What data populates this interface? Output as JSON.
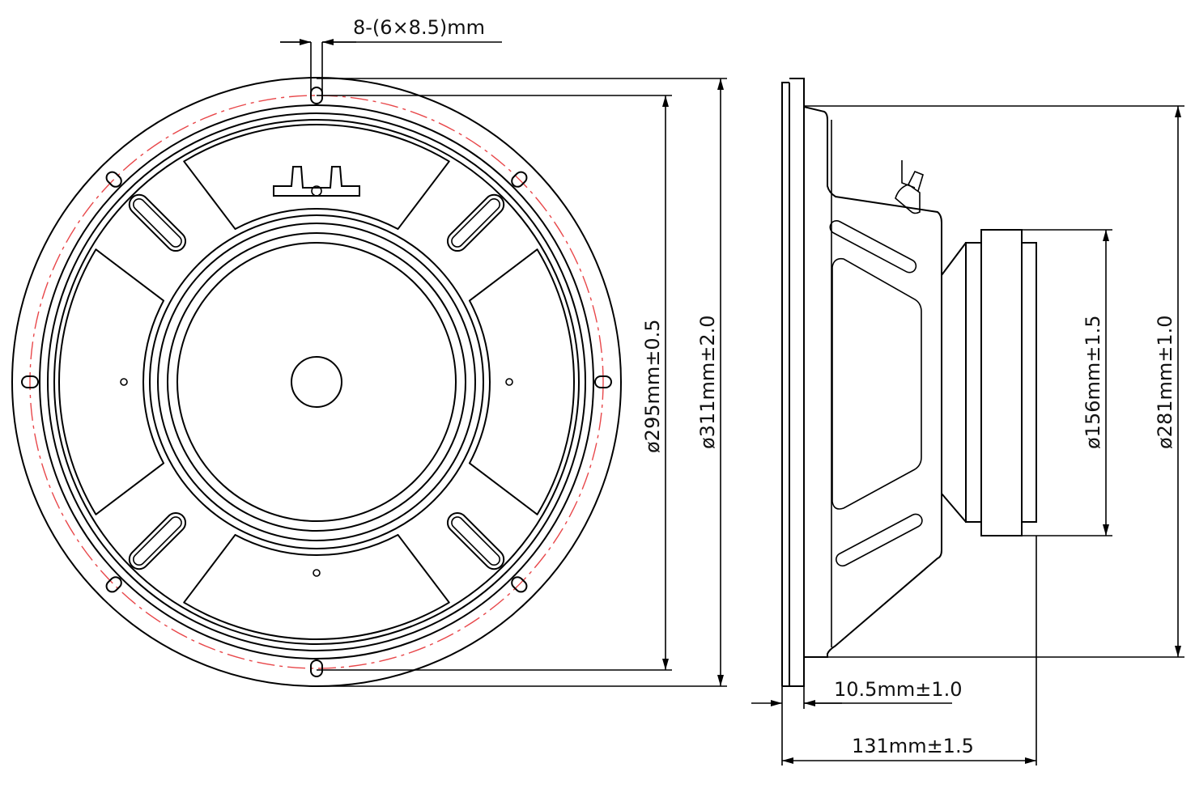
{
  "drawing": {
    "title": "Speaker dimension drawing",
    "colors": {
      "line": "#000000",
      "pitch_circle": "#e8474a"
    },
    "dimensions": {
      "mounting_holes": "8-(6×8.5)mm",
      "bolt_circle": "ø295mm±0.5",
      "outer_diameter": "ø311mm±2.0",
      "magnet_diameter": "ø156mm±1.5",
      "cutout_diameter": "ø281mm±1.0",
      "flange_thickness": "10.5mm±1.0",
      "total_depth": "131mm±1.5"
    }
  }
}
